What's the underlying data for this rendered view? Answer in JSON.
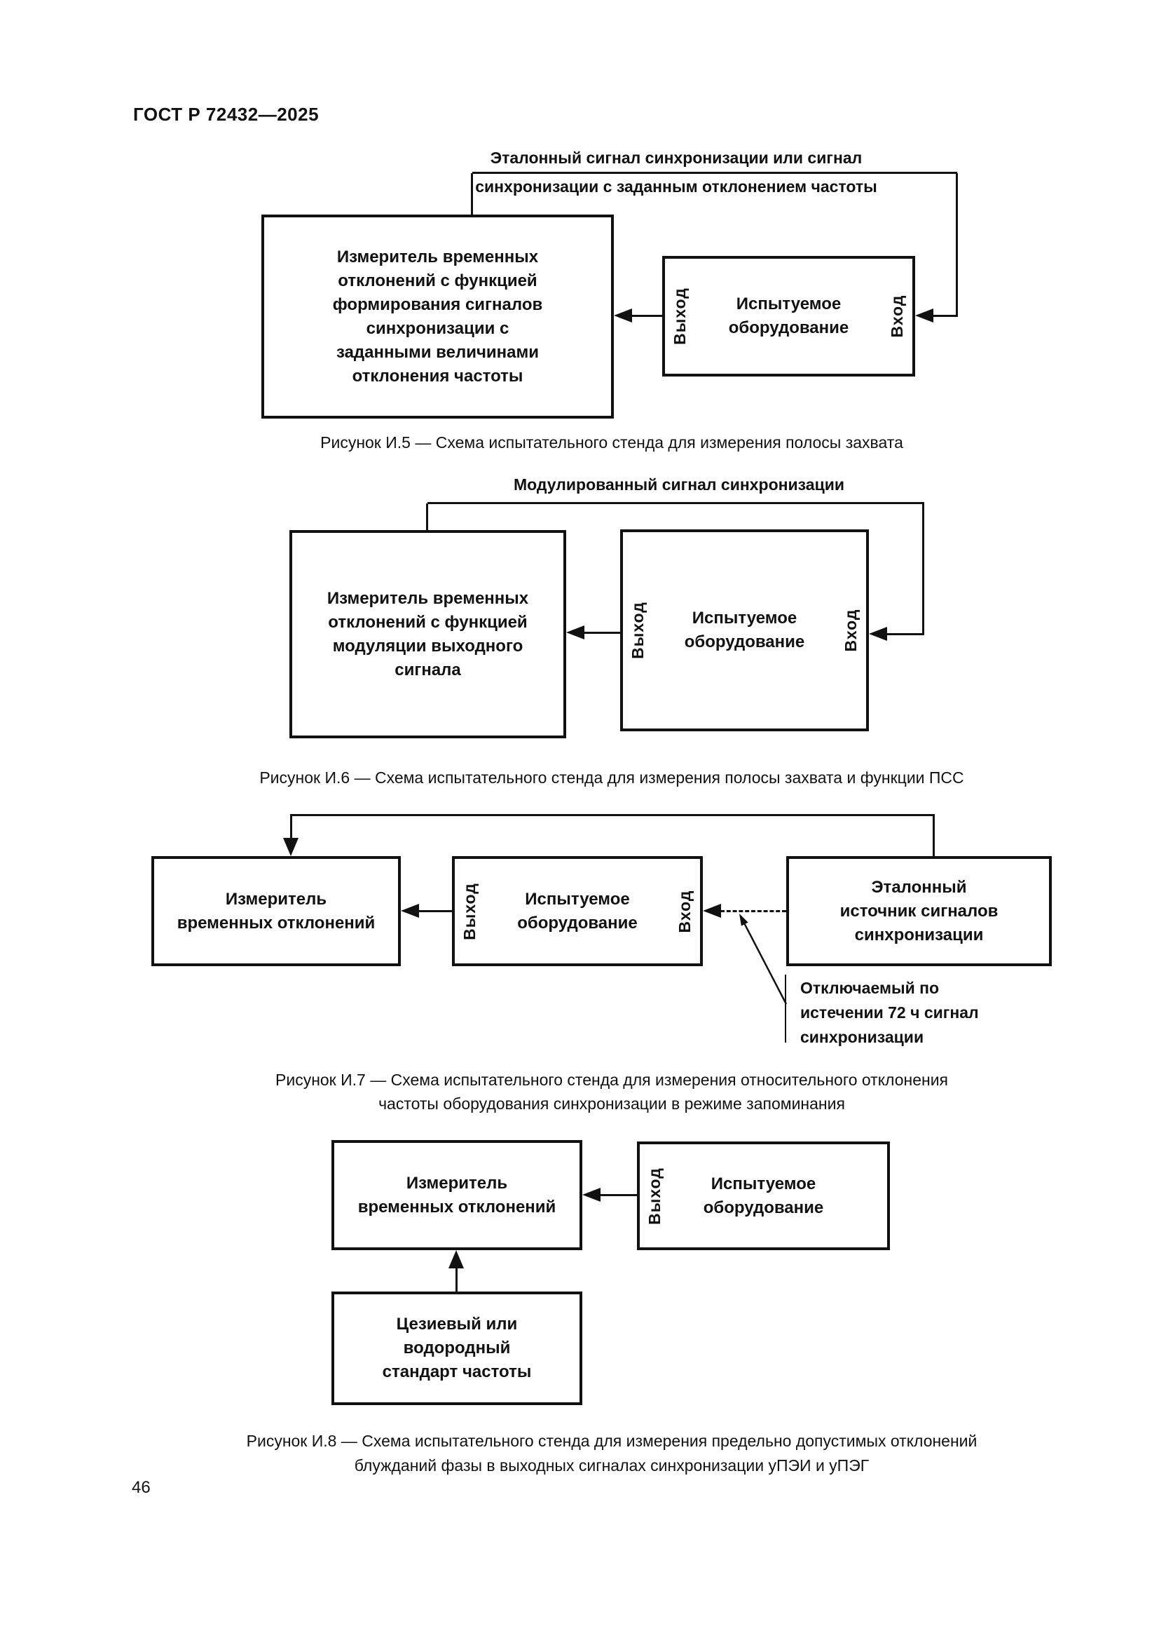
{
  "page": {
    "header": "ГОСТ Р 72432—2025",
    "page_number": "46"
  },
  "figure_i5": {
    "top_label_line1": "Эталонный сигнал синхронизации или сигнал",
    "top_label_line2": "синхронизации с заданным отклонением частоты",
    "measurer_box": [
      "Измеритель временных",
      "отклонений с функцией",
      "формирования сигналов",
      "синхронизации с",
      "заданными величинами",
      "отклонения частоты"
    ],
    "equipment_box": [
      "Испытуемое",
      "оборудование"
    ],
    "output_label": "Выход",
    "input_label": "Вход",
    "caption": "Рисунок И.5 — Схема испытательного стенда для измерения полосы захвата"
  },
  "figure_i6": {
    "top_label": "Модулированный сигнал синхронизации",
    "measurer_box": [
      "Измеритель временных",
      "отклонений с функцией",
      "модуляции выходного",
      "сигнала"
    ],
    "equipment_box": [
      "Испытуемое",
      "оборудование"
    ],
    "output_label": "Выход",
    "input_label": "Вход",
    "caption": "Рисунок И.6 — Схема испытательного стенда для измерения полосы захвата и функции ПСС"
  },
  "figure_i7": {
    "measurer_box": [
      "Измеритель",
      "временных отклонений"
    ],
    "equipment_box": [
      "Испытуемое",
      "оборудование"
    ],
    "reference_box": [
      "Эталонный",
      "источник сигналов",
      "синхронизации"
    ],
    "output_label": "Выход",
    "input_label": "Вход",
    "note": [
      "Отключаемый по",
      "истечении 72 ч сигнал",
      "синхронизации"
    ],
    "caption_line1": "Рисунок И.7 — Схема испытательного стенда для измерения относительного отклонения",
    "caption_line2": "частоты оборудования синхронизации в режиме запоминания"
  },
  "figure_i8": {
    "measurer_box": [
      "Измеритель",
      "временных отклонений"
    ],
    "equipment_box": [
      "Испытуемое",
      "оборудование"
    ],
    "standard_box": [
      "Цезиевый или",
      "водородный",
      "стандарт частоты"
    ],
    "output_label": "Выход",
    "caption_line1": "Рисунок И.8 — Схема испытательного стенда для измерения предельно допустимых отклонений",
    "caption_line2": "блужданий фазы в выходных сигналах синхронизации уПЭИ и уПЭГ"
  }
}
